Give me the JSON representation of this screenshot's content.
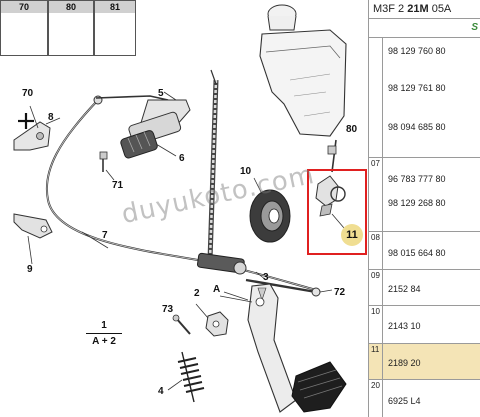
{
  "callouts": {
    "c70_top": "70",
    "c80_top": "80",
    "c81_top": "81",
    "c70_left": "70",
    "c8": "8",
    "c5": "5",
    "c6": "6",
    "c71": "71",
    "c9": "9",
    "c7": "7",
    "c10": "10",
    "c80_right": "80",
    "c11": "11",
    "c3": "3",
    "c72": "72",
    "c2": "2",
    "c73": "73",
    "cA": "A",
    "c4": "4"
  },
  "assembly_note": {
    "number": "1",
    "formula": "A + 2"
  },
  "watermark": "duyukoto.com",
  "colors": {
    "highlight_box": "#e02020",
    "selected_row": "#f4e4b6",
    "badge": "#f0de92",
    "header_green": "#3a8a3a"
  },
  "table": {
    "header": {
      "prefix": "M3F 2 ",
      "bold": "21M",
      "suffix": " 05A",
      "mark": "S"
    },
    "sub_mark": "S",
    "rows": [
      {
        "index": "",
        "refs": [
          "98 129 760 80",
          "98 129 761 80",
          "98 094 685 80"
        ]
      },
      {
        "index": "07",
        "refs": [
          "96 783 777 80",
          "98 129 268 80"
        ]
      },
      {
        "index": "08",
        "refs": [
          "98 015 664 80"
        ]
      },
      {
        "index": "09",
        "refs": [
          "2152 84"
        ]
      },
      {
        "index": "10",
        "refs": [
          "2143 10"
        ]
      },
      {
        "index": "11",
        "refs": [
          "2189 20"
        ],
        "selected": true
      },
      {
        "index": "20",
        "refs": [
          "6925 L4"
        ]
      }
    ]
  }
}
